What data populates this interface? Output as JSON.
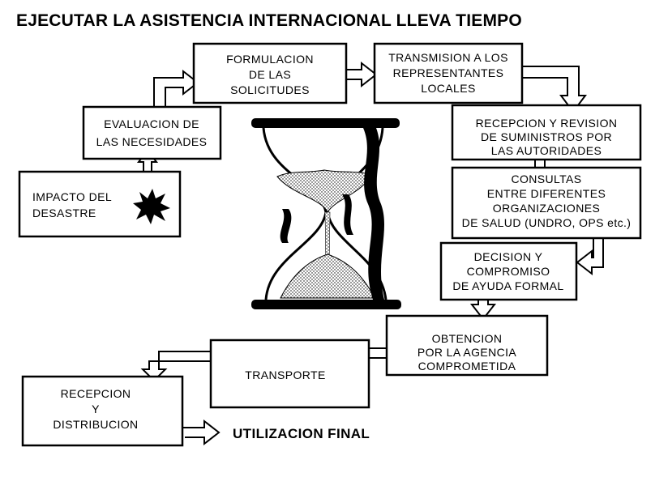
{
  "title": "EJECUTAR LA ASISTENCIA INTERNACIONAL LLEVA TIEMPO",
  "boxes": {
    "impacto": {
      "lines": [
        "IMPACTO DEL",
        "DESASTRE"
      ]
    },
    "evaluacion": {
      "lines": [
        "EVALUACION DE",
        "LAS NECESIDADES"
      ]
    },
    "formulacion": {
      "lines": [
        "FORMULACION",
        "DE LAS",
        "SOLICITUDES"
      ]
    },
    "transmision": {
      "lines": [
        "TRANSMISION A LOS",
        "REPRESENTANTES",
        "LOCALES"
      ]
    },
    "recepcion_revision": {
      "lines": [
        "RECEPCION Y REVISION",
        "DE SUMINISTROS POR",
        "LAS AUTORIDADES"
      ]
    },
    "consultas": {
      "lines": [
        "CONSULTAS",
        "ENTRE DIFERENTES",
        "ORGANIZACIONES",
        "DE SALUD (UNDRO, OPS etc.)"
      ]
    },
    "decision": {
      "lines": [
        "DECISION Y",
        "COMPROMISO",
        "DE AYUDA FORMAL"
      ]
    },
    "obtencion": {
      "lines": [
        "OBTENCION",
        "POR LA AGENCIA",
        "COMPROMETIDA"
      ]
    },
    "transporte": {
      "lines": [
        "TRANSPORTE"
      ]
    },
    "recepcion_distribucion": {
      "lines": [
        "RECEPCION",
        "Y",
        "DISTRIBUCION"
      ]
    }
  },
  "final_label": "UTILIZACION FINAL",
  "icons": {
    "disaster": "explosion-burst-icon",
    "hourglass": "hourglass-icon"
  },
  "colors": {
    "ink": "#000000",
    "paper": "#ffffff"
  }
}
